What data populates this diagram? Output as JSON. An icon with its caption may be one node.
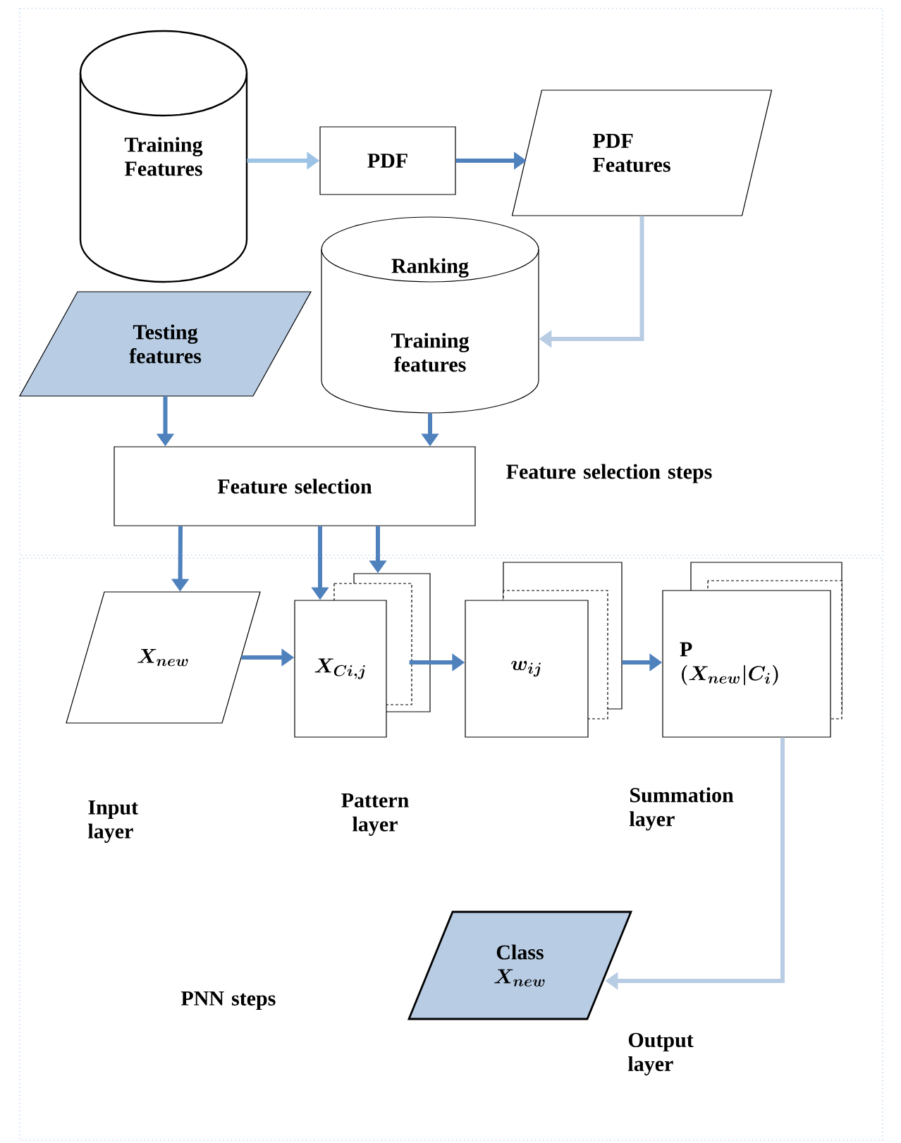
{
  "diagram": {
    "nodes": [
      {
        "text": [
          "Training Features"
        ]
      },
      {
        "text": [
          "PDF"
        ]
      },
      {
        "text": [
          "PDF Features"
        ]
      },
      {
        "text": [
          "Ranking",
          "Training features"
        ]
      },
      {
        "text": [
          "Testing features"
        ]
      },
      {
        "text": [
          "Feature selection"
        ]
      },
      {
        "text": [
          "X_{new}"
        ]
      },
      {
        "text": [
          "X_{Ci,j}"
        ]
      },
      {
        "text": [
          "w_{ij}"
        ]
      },
      {
        "text": [
          "P",
          "(X_{new}|C_{i})"
        ]
      },
      {
        "text": [
          "Class",
          "X_{new}"
        ]
      }
    ],
    "edges": [
      {
        "from": 0,
        "to": 1,
        "arrow": "to",
        "color": "#9dc3e6"
      },
      {
        "from": 1,
        "to": 2,
        "arrow": "to"
      },
      {
        "from": 2,
        "to": 3,
        "arrow": "to",
        "color": "#b8cce4"
      },
      {
        "from": 4,
        "to": 5,
        "arrow": "to"
      },
      {
        "from": 3,
        "to": 5,
        "arrow": "to"
      },
      {
        "from": 5,
        "to": 6,
        "arrow": "to"
      },
      {
        "from": 5,
        "to": 7,
        "arrow": "to"
      },
      {
        "from": 5,
        "to": 7,
        "arrow": "to"
      },
      {
        "from": 6,
        "to": 7,
        "arrow": "to"
      },
      {
        "from": 7,
        "to": 8,
        "arrow": "to"
      },
      {
        "from": 8,
        "to": 9,
        "arrow": "to"
      },
      {
        "from": 9,
        "to": 10,
        "arrow": "to",
        "color": "#b8cce4"
      }
    ],
    "labels": [
      "Feature selection steps",
      "Input layer",
      "Pattern layer",
      "Summation layer",
      "PNN steps",
      "Output layer"
    ]
  }
}
